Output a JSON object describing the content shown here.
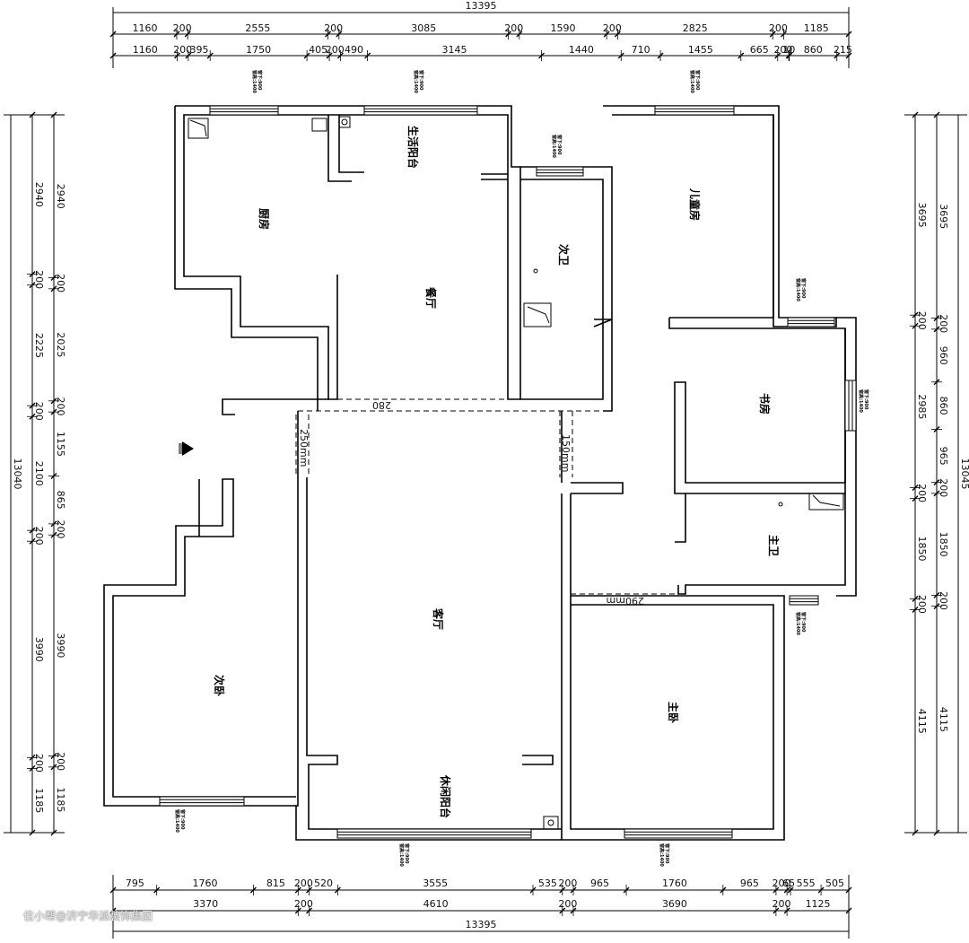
{
  "top": {
    "total": "13395",
    "row1": [
      "1160",
      "200",
      "2555",
      "200",
      "3085",
      "200",
      "1590",
      "200",
      "2825",
      "200",
      "1185"
    ],
    "row2": [
      "1160",
      "200",
      "395",
      "1750",
      "405",
      "200",
      "490",
      "3145",
      "1440",
      "710",
      "1455",
      "665",
      "200",
      "10",
      "860",
      "215"
    ]
  },
  "bottom": {
    "total": "13395",
    "row1": [
      "795",
      "1760",
      "815",
      "200",
      "520",
      "3555",
      "535",
      "200",
      "965",
      "1760",
      "965",
      "200",
      "65",
      "555",
      "505"
    ],
    "row2": [
      "3370",
      "200",
      "4610",
      "200",
      "3690",
      "200",
      "1125"
    ]
  },
  "left": {
    "total": "13040",
    "outer": [
      "2940",
      "200",
      "2225",
      "200",
      "2100",
      "200",
      "3990",
      "200",
      "1185"
    ],
    "inner": [
      "2940",
      "200",
      "2025",
      "200",
      "1155",
      "865",
      "200",
      "3990",
      "200",
      "1185"
    ]
  },
  "right": {
    "total": "13045",
    "outer": [
      "3695",
      "200",
      "2985",
      "200",
      "1850",
      "200",
      "4115"
    ],
    "inner": [
      "3695",
      "200",
      "960",
      "860",
      "965",
      "200",
      "1850",
      "200",
      "4115"
    ]
  },
  "rooms": {
    "kitchen": "厨房",
    "service_balcony": "生活阳台",
    "dining": "餐厅",
    "second_bath": "次卫",
    "kids_room": "儿童房",
    "study": "书房",
    "master_bath": "主卫",
    "living": "客厅",
    "second_bedroom": "次卧",
    "master_bedroom": "主卧",
    "leisure_balcony": "休闲阳台"
  },
  "openings": {
    "dining_beam": "280",
    "left_beam": "250mm",
    "right_beam": "150mm",
    "master_beam": "290mm"
  },
  "window_note": "窗高:1400\n窗下:900",
  "watermark": "住小帮@济宁华派装饰集团"
}
